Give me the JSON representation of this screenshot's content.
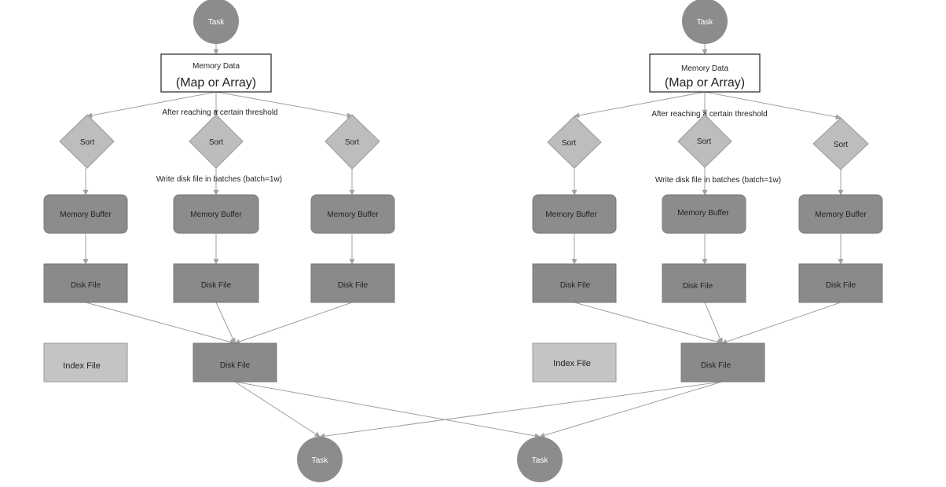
{
  "left": {
    "task": "Task",
    "memory_data_title": "Memory Data",
    "memory_data_sub": "(Map or Array)",
    "threshold_note": "After reaching a certain threshold",
    "batch_note": "Write disk file in batches (batch=1w)",
    "sort_labels": [
      "Sort",
      "Sort",
      "Sort"
    ],
    "buffer_labels": [
      "Memory Buffer",
      "Memory Buffer",
      "Memory Buffer"
    ],
    "disk_labels": [
      "Disk File",
      "Disk File",
      "Disk File"
    ],
    "merged_disk": "Disk File",
    "index_file": "Index File"
  },
  "right": {
    "task": "Task",
    "memory_data_title": "Memory Data",
    "memory_data_sub": "(Map or Array)",
    "threshold_note": "After reaching a certain threshold",
    "batch_note": "Write disk file in batches (batch=1w)",
    "sort_labels": [
      "Sort",
      "Sort",
      "Sort"
    ],
    "buffer_labels": [
      "Memory Buffer",
      "Memory Buffer",
      "Memory Buffer"
    ],
    "disk_labels": [
      "Disk File",
      "Disk File",
      "Disk File"
    ],
    "merged_disk": "Disk File",
    "index_file": "Index File"
  },
  "bottom_tasks": [
    "Task",
    "Task"
  ],
  "colors": {
    "task_circle": "#8c8c8c",
    "sort_diamond": "#bdbdbd",
    "memory_buffer": "#8c8c8c",
    "disk_file": "#8a8a8a",
    "index_file": "#c4c4c4",
    "edge": "#a0a0a0"
  }
}
